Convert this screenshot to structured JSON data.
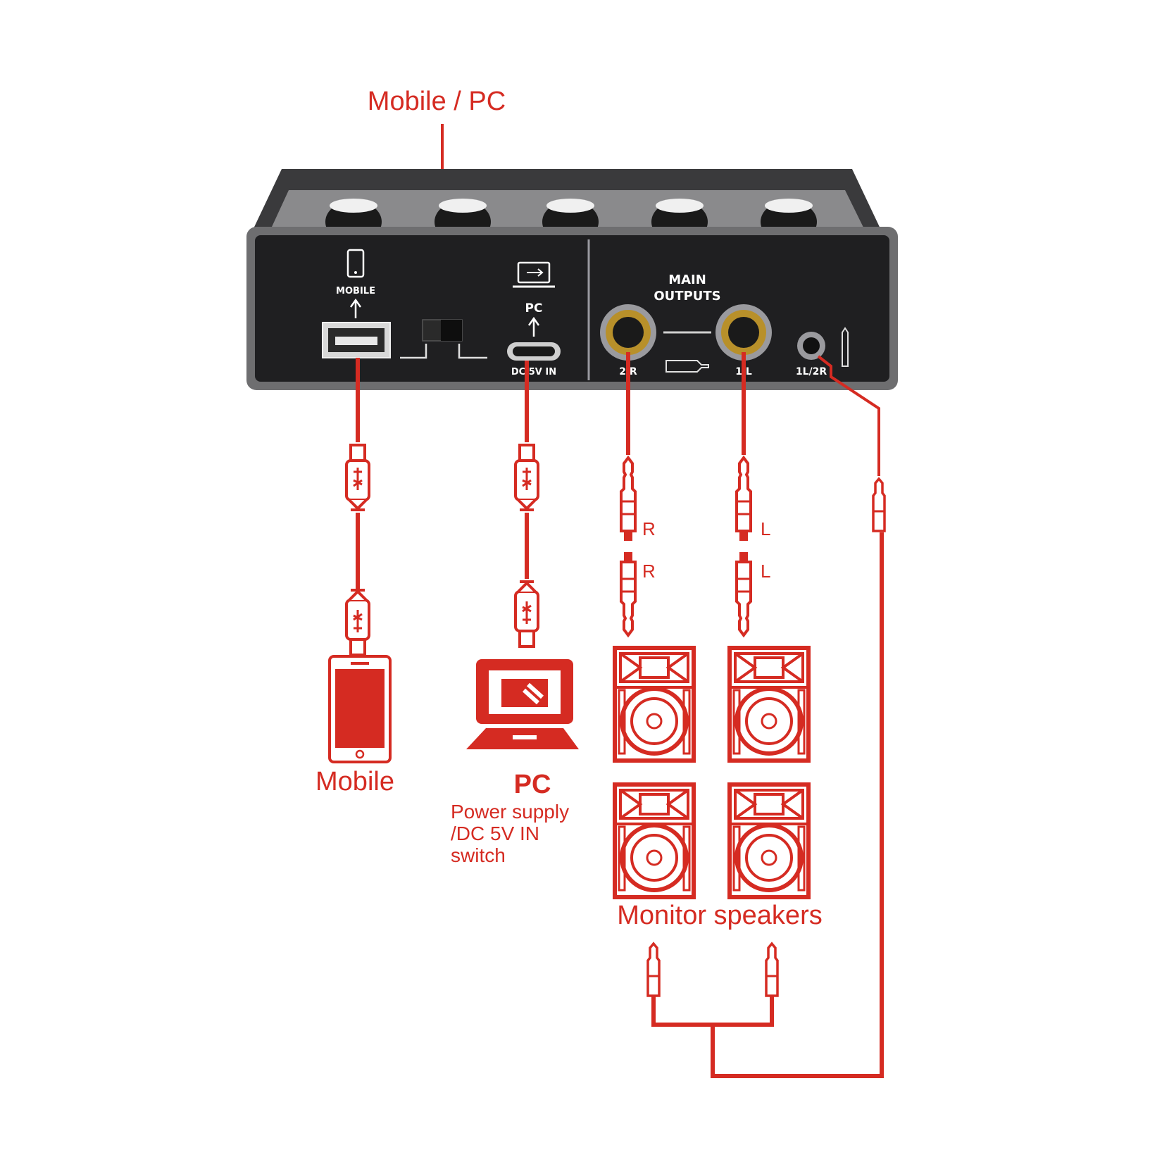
{
  "colors": {
    "accent": "#d52b22",
    "device_body": "#2e2e30",
    "device_panel": "#1d1d1f",
    "device_frame": "#6e6e70",
    "jack_gold": "#b8902a",
    "background": "#ffffff"
  },
  "labels": {
    "switch_callout": "Mobile / PC",
    "mobile_port": "MOBILE",
    "pc_port": "PC",
    "dc_in": "DC 5V IN",
    "main_outputs_line1": "MAIN",
    "main_outputs_line2": "OUTPUTS",
    "jack_2r": "2 R",
    "jack_1l": "1 L",
    "jack_mini": "1L/2R",
    "cable_r_top": "R",
    "cable_r_bottom": "R",
    "cable_l_top": "L",
    "cable_l_bottom": "L",
    "mobile_device": "Mobile",
    "pc_device": "PC",
    "pc_caption_line1": "Power supply",
    "pc_caption_line2": "/DC 5V IN",
    "pc_caption_line3": "switch",
    "speakers": "Monitor speakers"
  },
  "icons": {
    "phone_port": "smartphone-icon",
    "laptop_port": "laptop-usb-icon",
    "usb_a": "usb-a-port-icon",
    "usb_c": "usb-c-port-icon",
    "trs_plug": "trs-plug-icon",
    "mobile_device": "smartphone-icon",
    "pc_device": "laptop-icon",
    "speaker": "speaker-cabinet-icon"
  }
}
